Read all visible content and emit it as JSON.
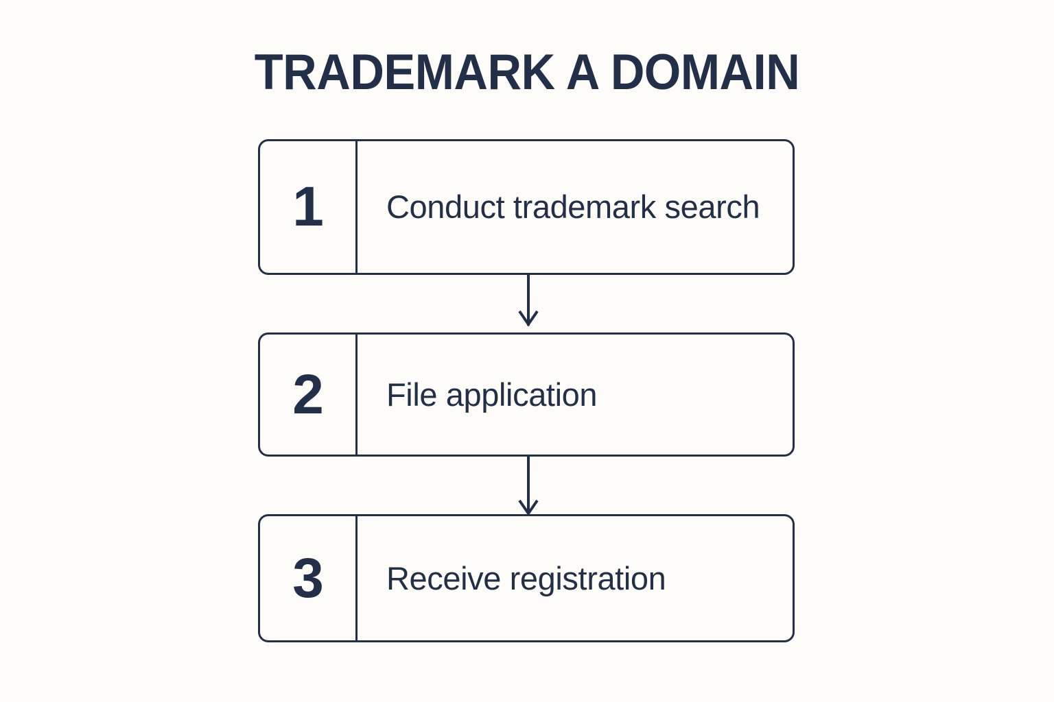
{
  "page": {
    "title": "TRADEMARK A DOMAIN",
    "background_color": "#fdfcf8",
    "accent_color": "#222f49"
  },
  "flow": {
    "type": "vertical-step-flow",
    "connector_icon": "down-arrow-icon",
    "steps": [
      {
        "number": "1",
        "label": "Conduct trademark search"
      },
      {
        "number": "2",
        "label": "File application"
      },
      {
        "number": "3",
        "label": "Receive registration"
      }
    ]
  }
}
